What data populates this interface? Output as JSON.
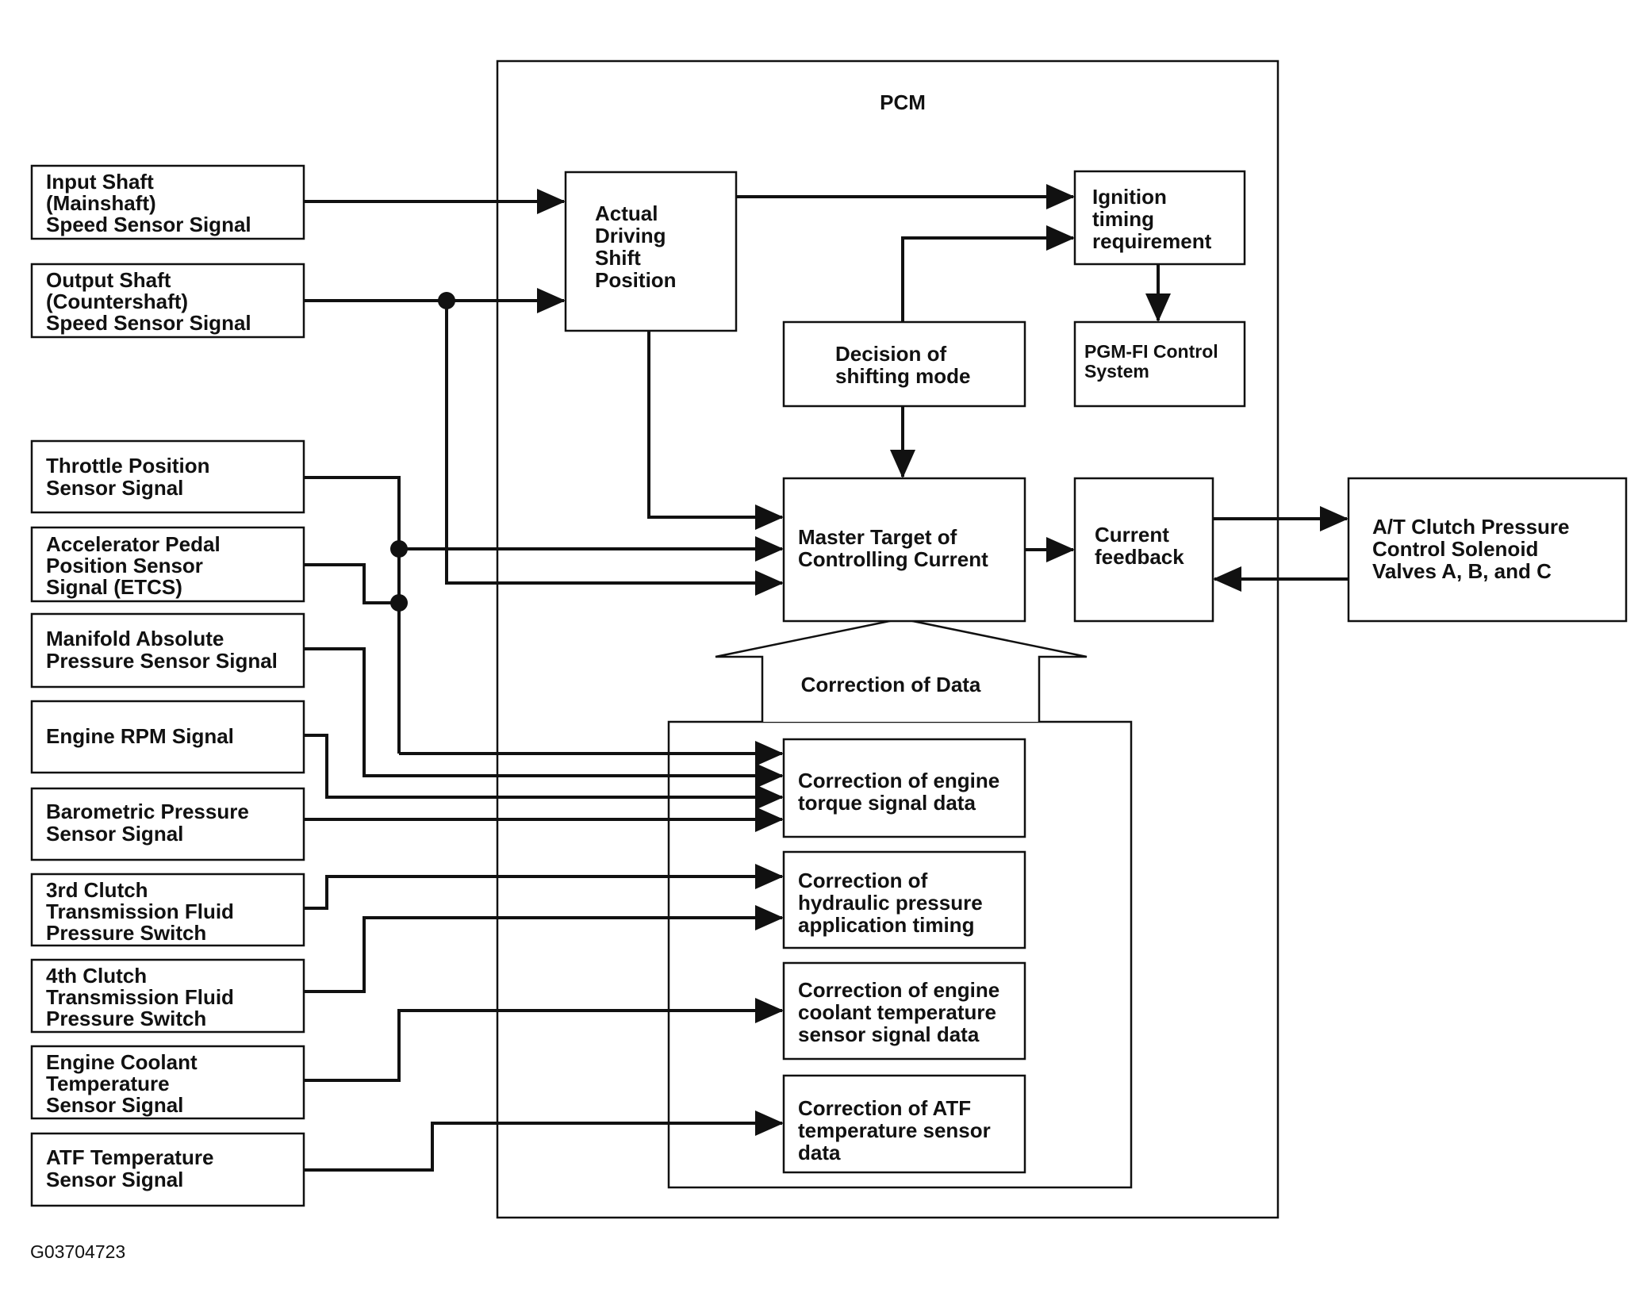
{
  "figure_code": "G03704723",
  "pcm": {
    "title": "PCM",
    "actual_driving": [
      "Actual",
      "Driving",
      "Shift",
      "Position"
    ],
    "ignition": [
      "Ignition",
      "timing",
      "requirement"
    ],
    "decision": [
      "Decision of",
      "shifting mode"
    ],
    "pgmfi": [
      "PGM-FI Control",
      "System"
    ],
    "master_target": [
      "Master Target of",
      "Controlling Current"
    ],
    "current_feedback": [
      "Current",
      "feedback"
    ],
    "correction_header": "Correction of Data",
    "corrections": [
      [
        "Correction of engine",
        "torque signal data"
      ],
      [
        "Correction of",
        "hydraulic pressure",
        "application timing"
      ],
      [
        "Correction of engine",
        "coolant temperature",
        "sensor signal data"
      ],
      [
        "Correction of ATF",
        "temperature sensor",
        "data"
      ]
    ]
  },
  "inputs": [
    [
      "Input Shaft",
      "(Mainshaft)",
      "Speed Sensor Signal"
    ],
    [
      "Output Shaft",
      "(Countershaft)",
      "Speed Sensor Signal"
    ],
    [
      "Throttle Position",
      "Sensor Signal"
    ],
    [
      "Accelerator Pedal",
      "Position Sensor",
      "Signal (ETCS)"
    ],
    [
      "Manifold Absolute",
      "Pressure Sensor Signal"
    ],
    [
      "Engine RPM Signal"
    ],
    [
      "Barometric Pressure",
      "Sensor Signal"
    ],
    [
      "3rd Clutch",
      "Transmission Fluid",
      "Pressure Switch"
    ],
    [
      "4th Clutch",
      "Transmission Fluid",
      "Pressure Switch"
    ],
    [
      "Engine Coolant",
      "Temperature",
      "Sensor Signal"
    ],
    [
      "ATF Temperature",
      "Sensor Signal"
    ]
  ],
  "output": [
    "A/T Clutch Pressure",
    "Control Solenoid",
    "Valves A, B, and C"
  ]
}
